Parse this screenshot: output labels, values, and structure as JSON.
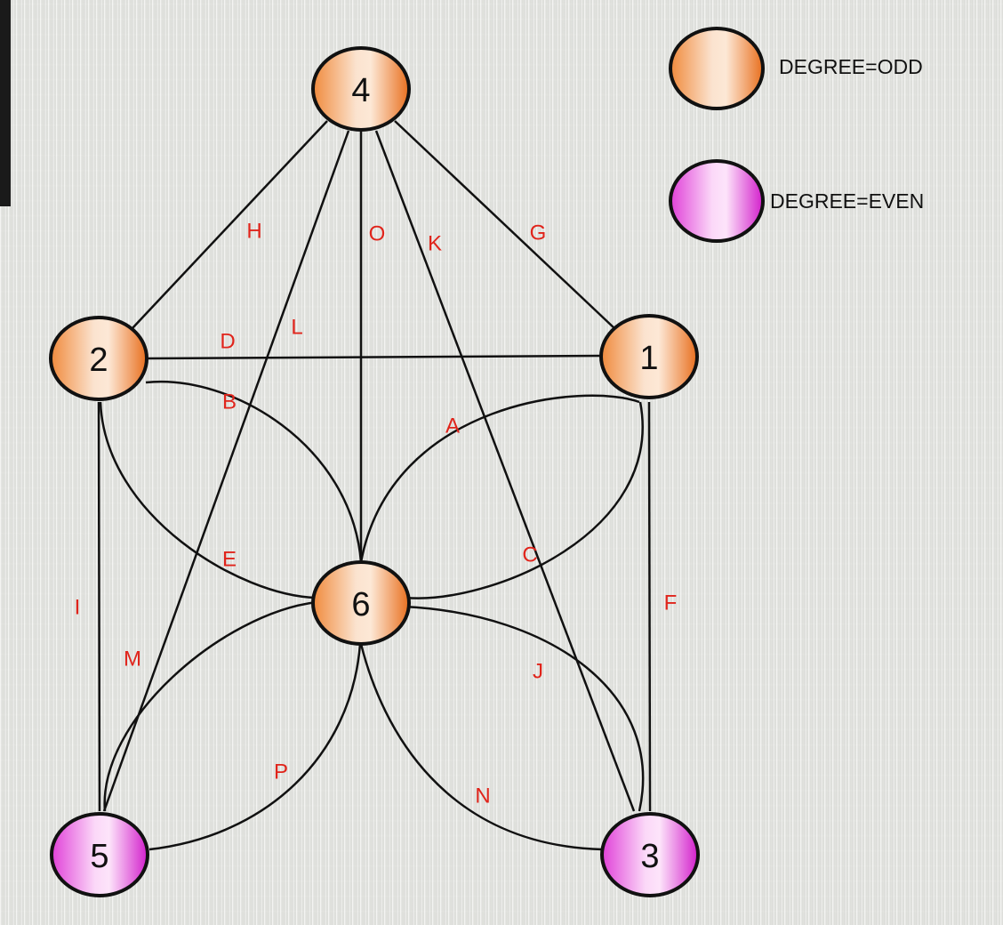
{
  "colors": {
    "odd": "#f08a3c",
    "even": "#e040d8",
    "edge_label": "#e0241b"
  },
  "legend": [
    {
      "degree": "odd",
      "label": "DEGREE=ODD"
    },
    {
      "degree": "even",
      "label": "DEGREE=EVEN"
    }
  ],
  "nodes": [
    {
      "id": "1",
      "label": "1",
      "degree": "odd"
    },
    {
      "id": "2",
      "label": "2",
      "degree": "odd"
    },
    {
      "id": "3",
      "label": "3",
      "degree": "even"
    },
    {
      "id": "4",
      "label": "4",
      "degree": "odd"
    },
    {
      "id": "5",
      "label": "5",
      "degree": "even"
    },
    {
      "id": "6",
      "label": "6",
      "degree": "odd"
    }
  ],
  "edges": [
    {
      "label": "A",
      "from": "1",
      "to": "6"
    },
    {
      "label": "B",
      "from": "2",
      "to": "6"
    },
    {
      "label": "C",
      "from": "1",
      "to": "6"
    },
    {
      "label": "D",
      "from": "2",
      "to": "1"
    },
    {
      "label": "E",
      "from": "2",
      "to": "6"
    },
    {
      "label": "F",
      "from": "1",
      "to": "3"
    },
    {
      "label": "G",
      "from": "4",
      "to": "1"
    },
    {
      "label": "H",
      "from": "4",
      "to": "2"
    },
    {
      "label": "I",
      "from": "2",
      "to": "5"
    },
    {
      "label": "J",
      "from": "6",
      "to": "3"
    },
    {
      "label": "K",
      "from": "4",
      "to": "3"
    },
    {
      "label": "L",
      "from": "4",
      "to": "5"
    },
    {
      "label": "M",
      "from": "5",
      "to": "6"
    },
    {
      "label": "N",
      "from": "6",
      "to": "3"
    },
    {
      "label": "O",
      "from": "4",
      "to": "6"
    },
    {
      "label": "P",
      "from": "6",
      "to": "5"
    }
  ]
}
